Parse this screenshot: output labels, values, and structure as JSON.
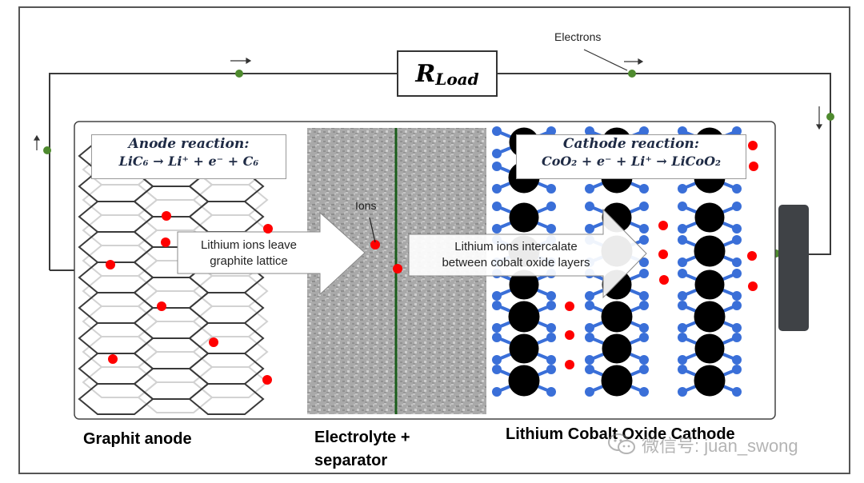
{
  "load_label": {
    "main": "R",
    "sub": "Load"
  },
  "electrons_label": "Electrons",
  "ions_label": "Ions",
  "anode_reaction": {
    "title": "Anode reaction:",
    "equation": "LiC₆ → Li⁺ + e⁻ + C₆"
  },
  "cathode_reaction": {
    "title": "Cathode reaction:",
    "equation": "CoO₂ + e⁻ + Li⁺ → LiCoO₂"
  },
  "arrow_anode": {
    "line1": "Lithium ions leave",
    "line2": "graphite lattice"
  },
  "arrow_cathode": {
    "line1": "Lithium ions intercalate",
    "line2": "between cobalt oxide layers"
  },
  "bottom_labels": {
    "anode": "Graphit anode",
    "electrolyte_line1": "Electrolyte +",
    "electrolyte_line2": "separator",
    "cathode": "Lithium Cobalt Oxide Cathode"
  },
  "watermark": "微信号: juan_swong",
  "colors": {
    "wire": "#3a3a3a",
    "node": "#4e8a2e",
    "ion": "#ff0000",
    "separator_line": "#1a5c1a",
    "cobalt_atom": "#000000",
    "oxygen_atom": "#3a6fd8",
    "terminal": "#3f4246"
  }
}
